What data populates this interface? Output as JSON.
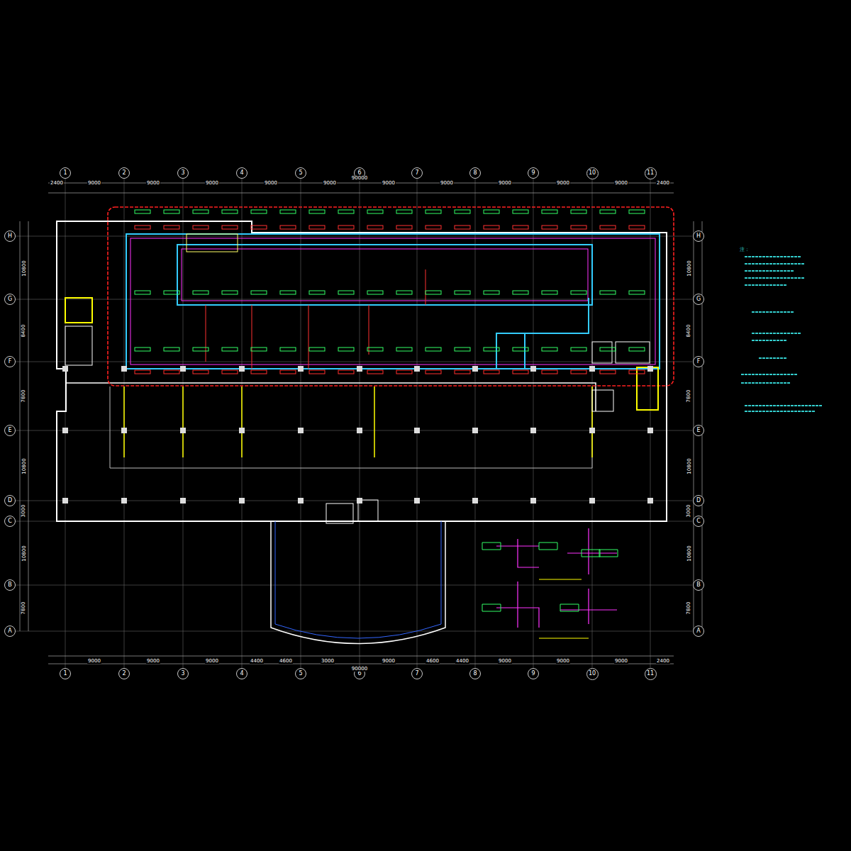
{
  "diagram": {
    "nodes": [
      {
        "text": [
          "1"
        ]
      },
      {
        "text": [
          "2"
        ]
      },
      {
        "text": [
          "3"
        ]
      },
      {
        "text": [
          "4"
        ]
      },
      {
        "text": [
          "5"
        ]
      },
      {
        "text": [
          "6"
        ]
      },
      {
        "text": [
          "7"
        ]
      },
      {
        "text": [
          "8"
        ]
      },
      {
        "text": [
          "9"
        ]
      },
      {
        "text": [
          "10"
        ]
      },
      {
        "text": [
          "11"
        ]
      },
      {
        "text": [
          "1"
        ]
      },
      {
        "text": [
          "2"
        ]
      },
      {
        "text": [
          "3"
        ]
      },
      {
        "text": [
          "4"
        ]
      },
      {
        "text": [
          "5"
        ]
      },
      {
        "text": [
          "6"
        ]
      },
      {
        "text": [
          "7"
        ]
      },
      {
        "text": [
          "8"
        ]
      },
      {
        "text": [
          "9"
        ]
      },
      {
        "text": [
          "10"
        ]
      },
      {
        "text": [
          "11"
        ]
      },
      {
        "text": [
          "H"
        ]
      },
      {
        "text": [
          "G"
        ]
      },
      {
        "text": [
          "F"
        ]
      },
      {
        "text": [
          "E"
        ]
      },
      {
        "text": [
          "D"
        ]
      },
      {
        "text": [
          "C"
        ]
      },
      {
        "text": [
          "B"
        ]
      },
      {
        "text": [
          "A"
        ]
      },
      {
        "text": [
          "H"
        ]
      },
      {
        "text": [
          "G"
        ]
      },
      {
        "text": [
          "F"
        ]
      },
      {
        "text": [
          "E"
        ]
      },
      {
        "text": [
          "D"
        ]
      },
      {
        "text": [
          "C"
        ]
      },
      {
        "text": [
          "B"
        ]
      },
      {
        "text": [
          "A"
        ]
      }
    ],
    "labels": [
      "90000",
      "2400",
      "9000",
      "9000",
      "9000",
      "9000",
      "9000",
      "9000",
      "9000",
      "9000",
      "9000",
      "9000",
      "2400",
      "9000",
      "9000",
      "9000",
      "4400",
      "4600",
      "3000",
      "9000",
      "4600",
      "4400",
      "9000",
      "9000",
      "9000",
      "2400",
      "90000",
      "10800",
      "8400",
      "7800",
      "10800",
      "3000",
      "10800",
      "7800",
      "10800",
      "8400",
      "7800",
      "10800",
      "3000",
      "10800",
      "7800",
      "注："
    ]
  }
}
